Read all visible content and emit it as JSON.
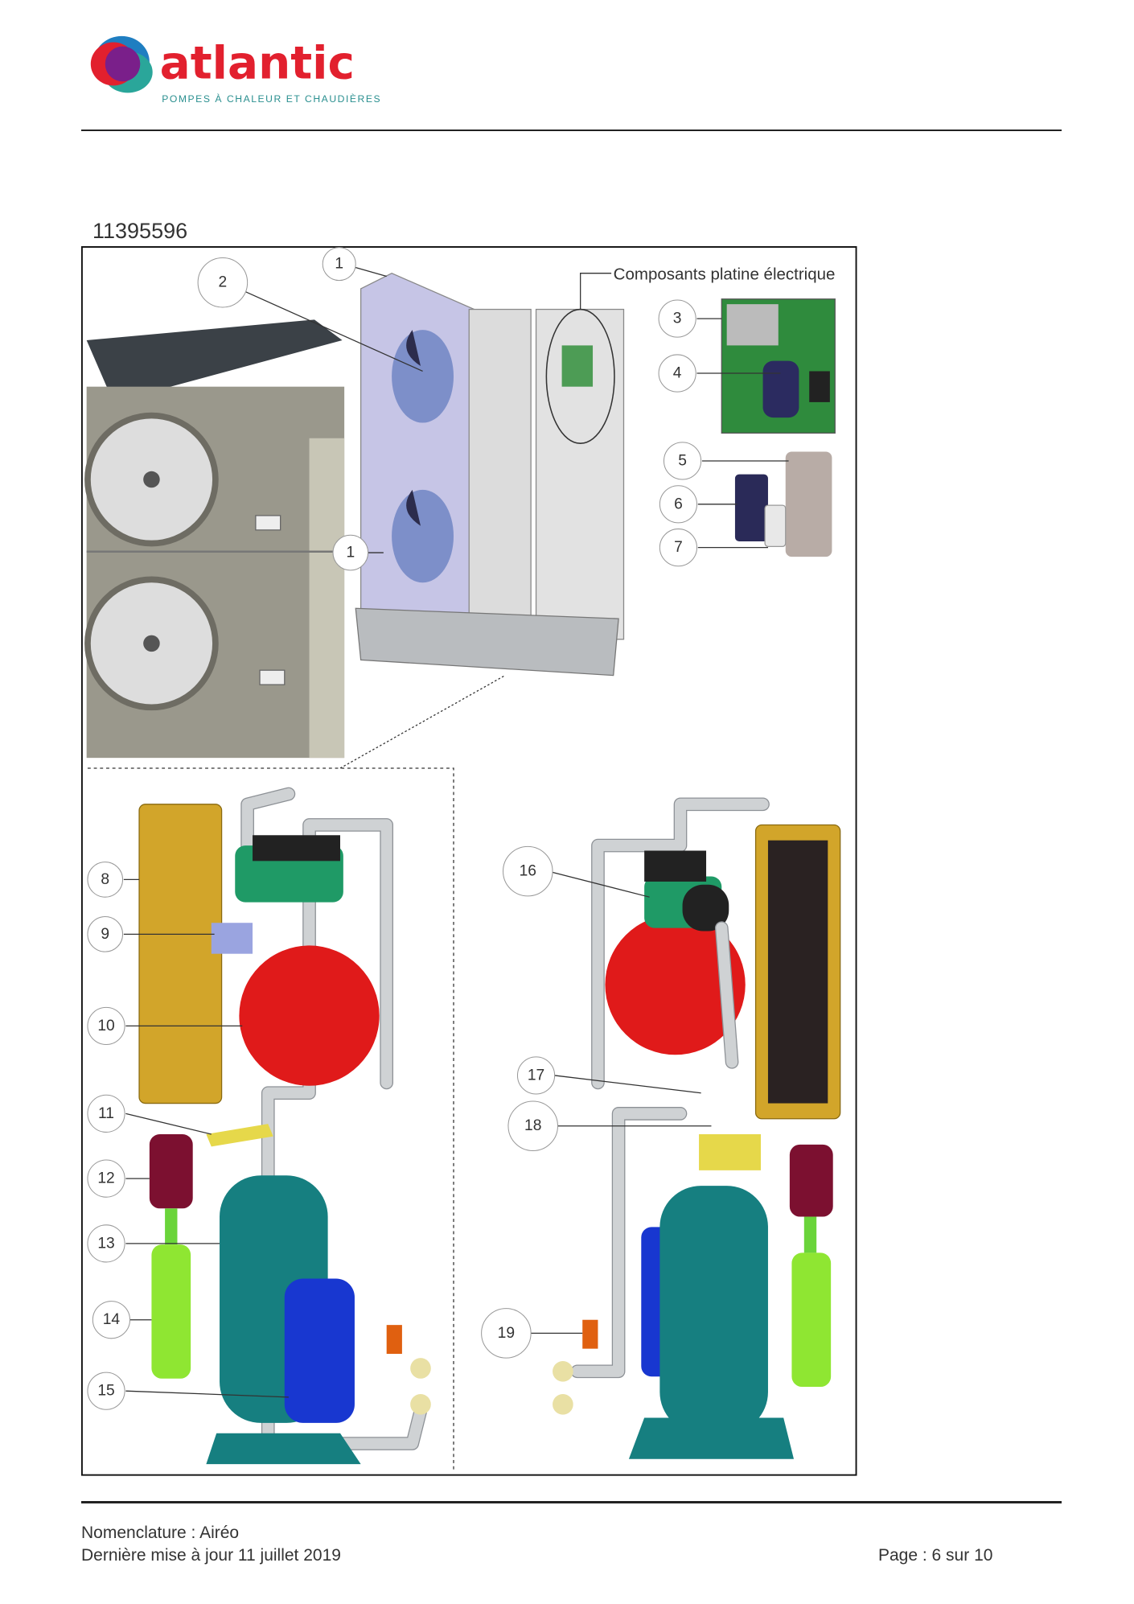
{
  "header": {
    "logo_text": "atlantic",
    "logo_tagline": "POMPES À CHALEUR ET CHAUDIÈRES"
  },
  "reference": "11395596",
  "diagram": {
    "group_label": "Composants platine électrique",
    "callouts": [
      "1",
      "2",
      "1",
      "3",
      "4",
      "5",
      "6",
      "7",
      "8",
      "9",
      "10",
      "11",
      "12",
      "13",
      "14",
      "15",
      "16",
      "17",
      "18",
      "19"
    ]
  },
  "footer": {
    "nomenclature": "Nomenclature : Airéo",
    "updated": "Dernière mise à jour 11 juillet 2019",
    "page": "Page : 6 sur 10"
  }
}
